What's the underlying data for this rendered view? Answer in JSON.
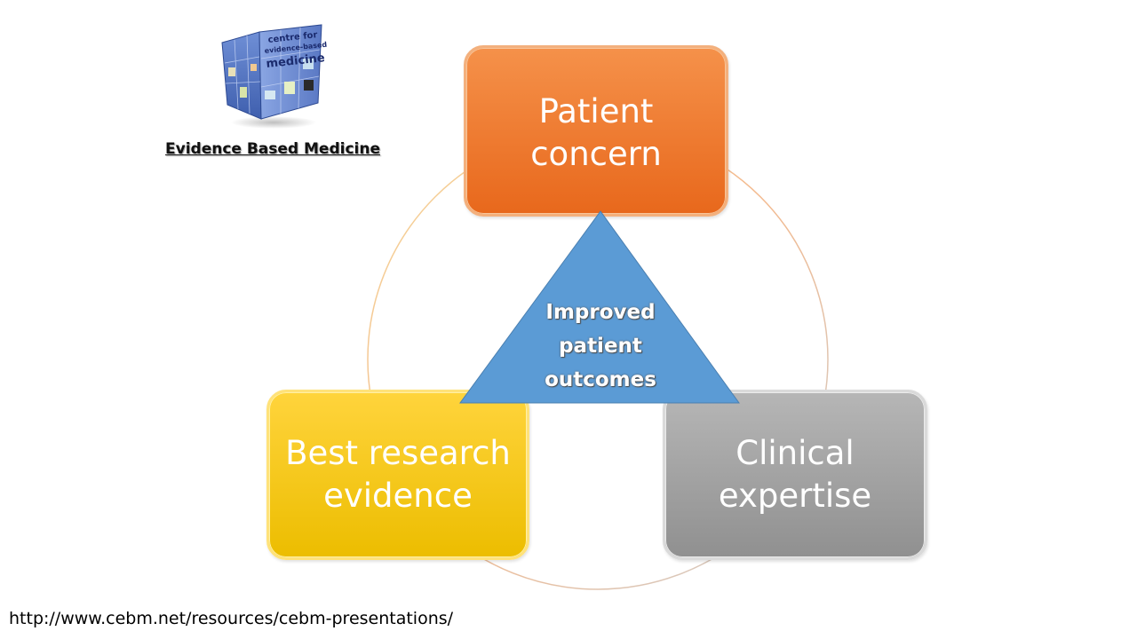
{
  "logo": {
    "cube_text": "centre for evidence-based medicine",
    "caption": "Evidence Based Medicine"
  },
  "diagram": {
    "top_box": {
      "label": "Patient\nconcern",
      "color_top": "#f5914a",
      "color_bottom": "#e8681c"
    },
    "left_box": {
      "label": "Best research\nevidence",
      "color_top": "#ffd43c",
      "color_bottom": "#ecbd00"
    },
    "right_box": {
      "label": "Clinical\nexpertise",
      "color_top": "#b6b6b6",
      "color_bottom": "#909090"
    },
    "center_triangle": {
      "label": "Improved\npatient\noutcomes",
      "color": "#5b9bd5"
    }
  },
  "source": {
    "url": "http://www.cebm.net/resources/cebm-presentations/"
  }
}
